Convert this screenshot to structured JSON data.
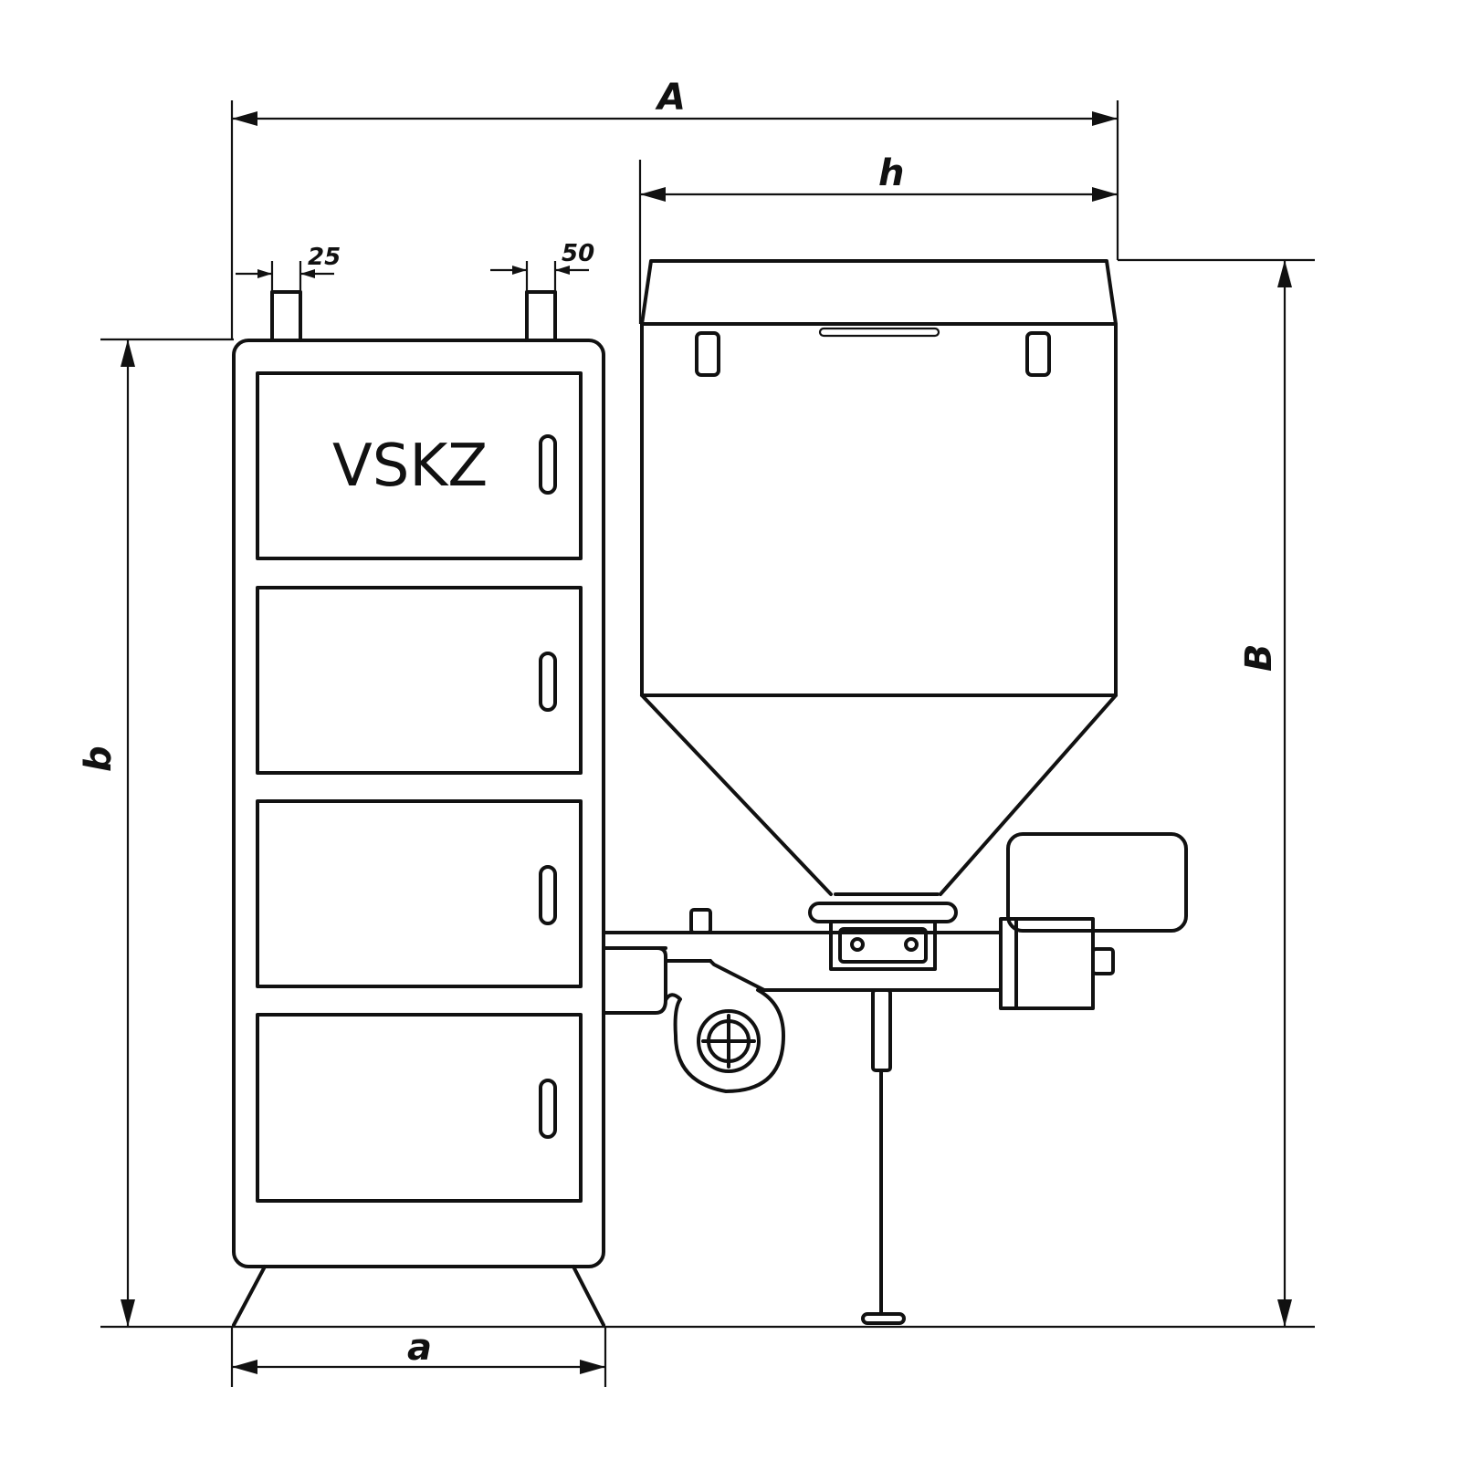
{
  "diagram": {
    "brand_label": "VSKZ",
    "dimensions": {
      "overall_width": "A",
      "hopper_width": "h",
      "overall_height": "B",
      "boiler_height": "b",
      "boiler_width": "a",
      "pipe_left": "25",
      "pipe_right": "50"
    }
  }
}
